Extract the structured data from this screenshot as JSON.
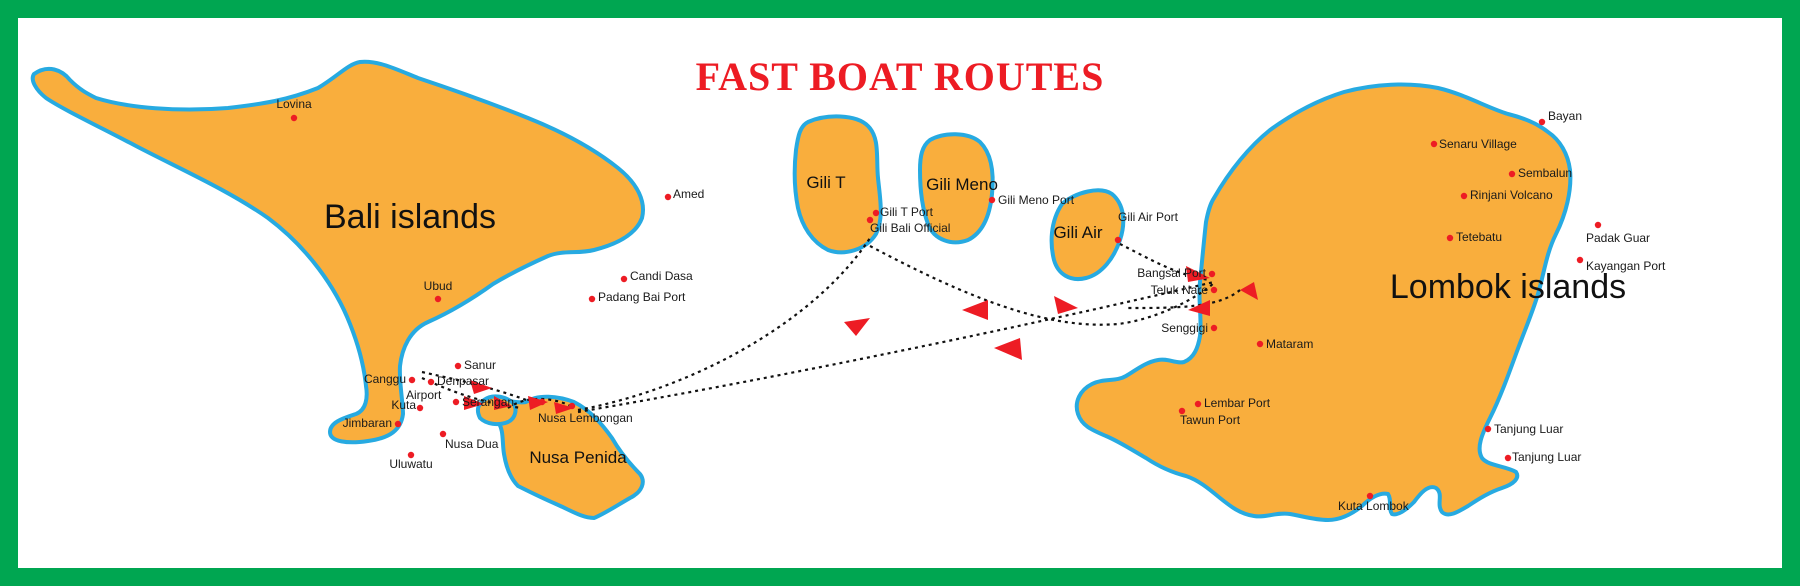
{
  "title": "FAST BOAT ROUTES",
  "colors": {
    "frame": "#00a651",
    "land": "#f9ae3d",
    "coast": "#27aae1",
    "marker": "#ed1c24",
    "title": "#ed1c24",
    "route": "#111111"
  },
  "islands": {
    "bali": "Bali islands",
    "nusa_penida": "Nusa Penida",
    "gili_t": "Gili T",
    "gili_meno": "Gili Meno",
    "gili_air": "Gili Air",
    "lombok": "Lombok islands"
  },
  "places": {
    "lovina": "Lovina",
    "amed": "Amed",
    "candi_dasa": "Candi Dasa",
    "padang_bai_port": "Padang Bai Port",
    "ubud": "Ubud",
    "sanur": "Sanur",
    "canggu": "Canggu",
    "denpasar": "Denpasar",
    "airport": "Airport",
    "kuta": "Kuta",
    "serangan": "Serangan",
    "jimbaran": "Jimbaran",
    "nusa_dua": "Nusa Dua",
    "uluwatu": "Uluwatu",
    "nusa_lembongan": "Nusa Lembongan",
    "gili_t_port": "Gili T Port",
    "gili_bali_official": "Gili Bali Official",
    "gili_meno_port": "Gili Meno Port",
    "gili_air_port": "Gili Air Port",
    "bangsal_port": "Bangsal Port",
    "teluk_nare": "Teluk Nare",
    "senggigi": "Senggigi",
    "mataram": "Mataram",
    "lembar_port": "Lembar Port",
    "tawun_port": "Tawun Port",
    "kuta_lombok": "Kuta Lombok",
    "bayan": "Bayan",
    "senaru_village": "Senaru Village",
    "sembalun": "Sembalun",
    "rinjani_volcano": "Rinjani Volcano",
    "tetebatu": "Tetebatu",
    "padak_guar": "Padak Guar",
    "kayangan_port": "Kayangan Port",
    "tanjung_luar_1": "Tanjung Luar",
    "tanjung_luar_2": "Tanjung Luar"
  }
}
